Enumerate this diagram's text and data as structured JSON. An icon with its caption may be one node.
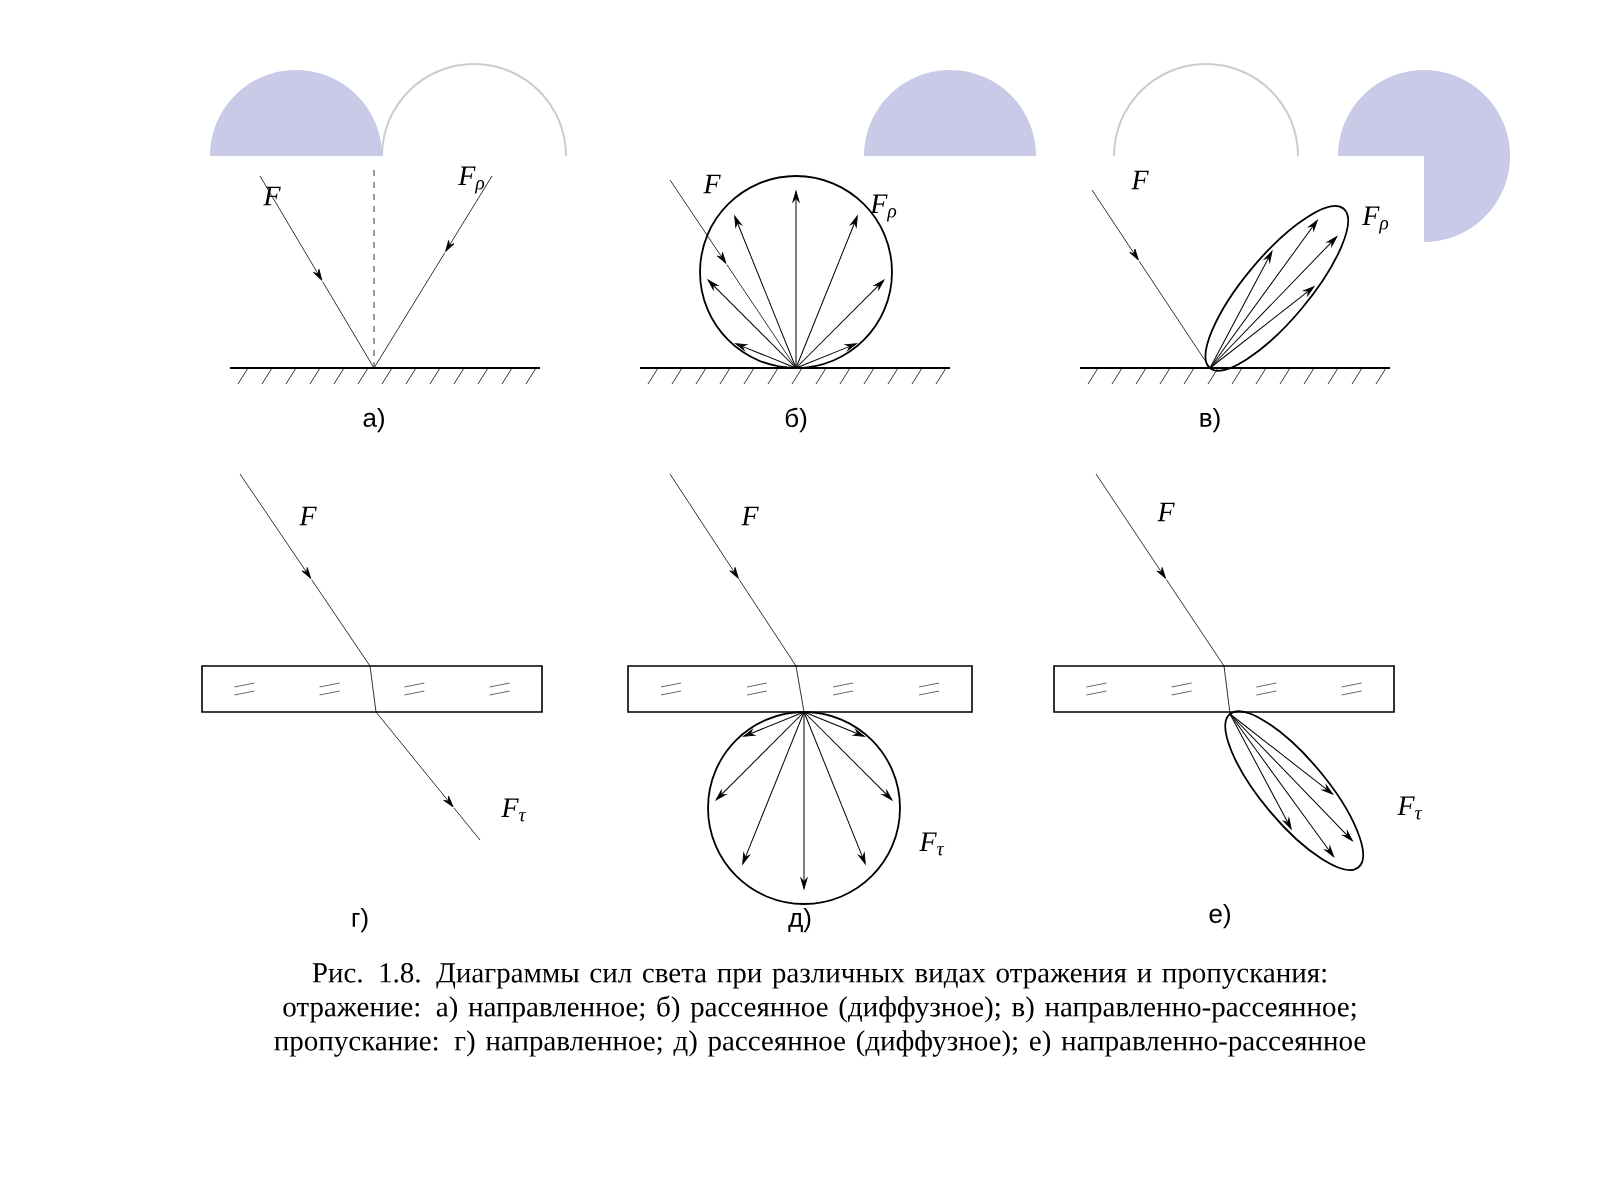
{
  "diagram": {
    "caption": "Рис. 1.8. Диаграммы сил света при различных видах отражения и пропускания: отражение: а) направленное; б) рассеянное (диффузное); в) направленно-рассеянное; пропускание: г) направленное; д) рассеянное (диффузное); е) направленно-рассеянное",
    "labels": [
      "F",
      "F$_{ρ}$",
      "а)",
      "F",
      "F$_{ρ}$",
      "б)",
      "F",
      "F$_{ρ}$",
      "в)",
      "F",
      "F$_{τ}$",
      "г)",
      "F",
      "F$_{τ}$",
      "д)",
      "F",
      "F$_{τ}$",
      "е)"
    ]
  }
}
